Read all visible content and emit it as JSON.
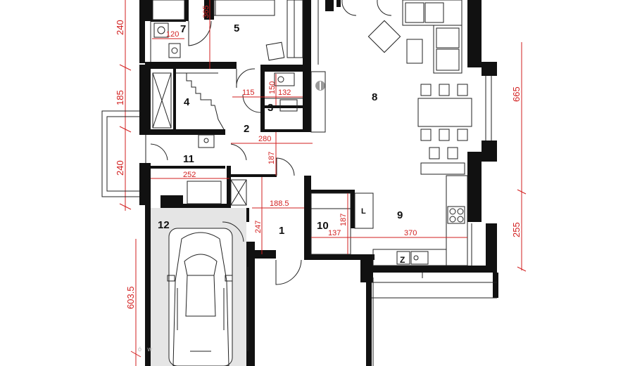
{
  "rooms": {
    "r1": "1",
    "r2": "2",
    "r3": "3",
    "r4": "4",
    "r5": "5",
    "r6": "",
    "r7": "7",
    "r8": "8",
    "r9": "9",
    "r10": "10",
    "r11": "11",
    "r12": "12"
  },
  "fixtures": {
    "fridge": "L",
    "cooktop": "Z"
  },
  "dimensions": {
    "left_240_top": "240",
    "left_185": "185",
    "left_240_bottom": "240",
    "left_6035": "603.5",
    "right_665": "665",
    "right_255": "255",
    "d365": "365",
    "d120": "120",
    "d150": "150",
    "d115": "115",
    "d132": "132",
    "d280": "280",
    "d187_hall": "187",
    "d252": "252",
    "d1885": "188.5",
    "d247": "247",
    "d187_store": "187",
    "d137": "137",
    "d370": "370"
  },
  "watermark": "ó w"
}
